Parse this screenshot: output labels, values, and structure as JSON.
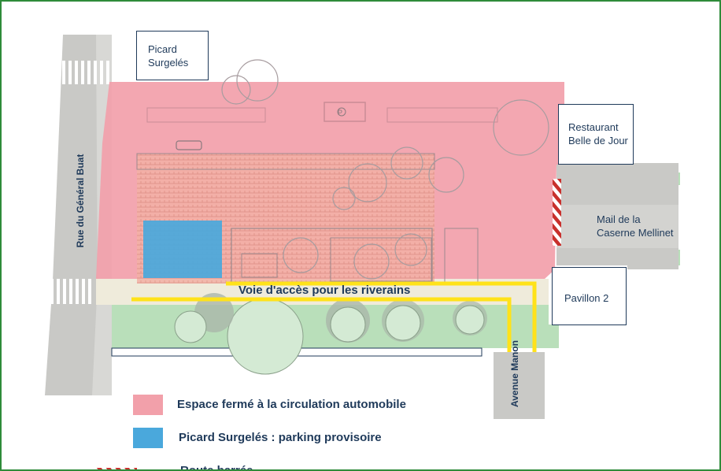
{
  "labels": {
    "picard_top": [
      "Picard",
      "Surgelés"
    ],
    "restaurant": [
      "Restaurant",
      "Belle de Jour"
    ],
    "mail": [
      "Mail de la",
      "Caserne Mellinet"
    ],
    "pavillon": "Pavillon 2",
    "rue_buat": "Rue du Général Buat",
    "avenue_manon": "Avenue Manon",
    "access_road": "Voie d'accès pour les riverains",
    "parking_sign": "P"
  },
  "legend": [
    {
      "label": "Espace fermé à la circulation automobile",
      "color": "#f2a0aa"
    },
    {
      "label": "Picard Surgelés : parking provisoire",
      "color": "#4aa8dc"
    },
    {
      "label": "Route barrée",
      "color": "#c8302c"
    }
  ],
  "colors": {
    "frame": "#2e8b3a",
    "road": "#c9c9c6",
    "green_space": "#b9dfba",
    "pink_zone": "#f2a0aa",
    "blue_parking": "#4aa8dc",
    "access_line": "#ffe21a",
    "barrier": "#c8302c",
    "text": "#1f3a5a"
  },
  "icons": [
    "tree-icon",
    "car-icon",
    "parking-icon",
    "barrier-hatch-icon",
    "crosswalk-icon"
  ]
}
